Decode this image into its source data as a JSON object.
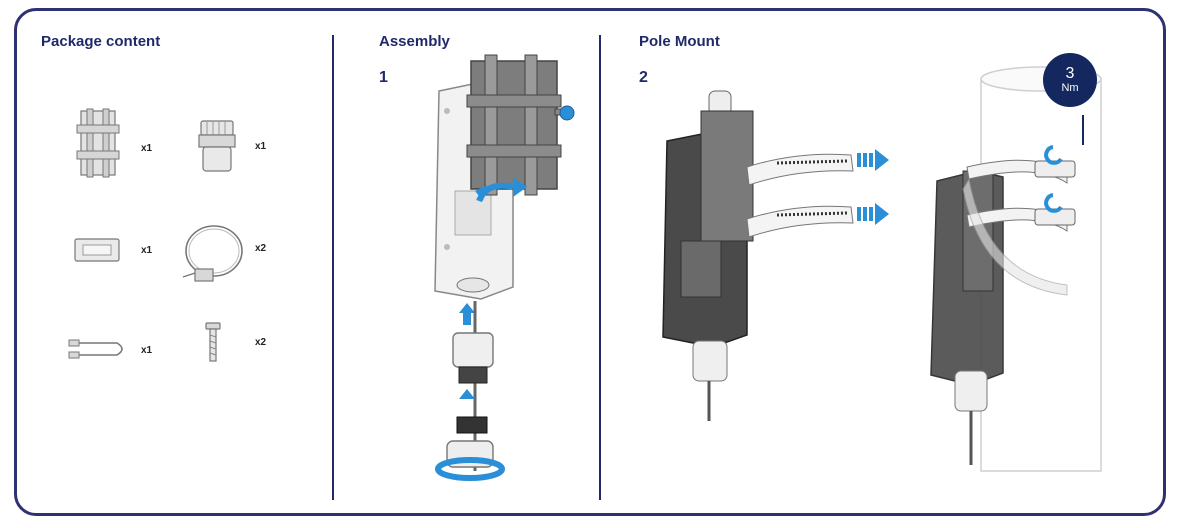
{
  "sections": {
    "package": {
      "title": "Package content",
      "items": [
        {
          "name": "mounting bracket",
          "qty": "x1"
        },
        {
          "name": "cable gland",
          "qty": "x1"
        },
        {
          "name": "label plate",
          "qty": "x1"
        },
        {
          "name": "hose clamp",
          "qty": "x2"
        },
        {
          "name": "cable",
          "qty": "x1"
        },
        {
          "name": "screw",
          "qty": "x2"
        }
      ]
    },
    "assembly": {
      "title": "Assembly",
      "step": "1"
    },
    "pole_mount": {
      "title": "Pole Mount",
      "step": "2",
      "torque_value": "3",
      "torque_unit": "Nm"
    }
  },
  "colors": {
    "frame": "#2f3170",
    "heading": "#1f2a6b",
    "accent": "#2a8fd6",
    "torque_badge": "#14285f"
  }
}
